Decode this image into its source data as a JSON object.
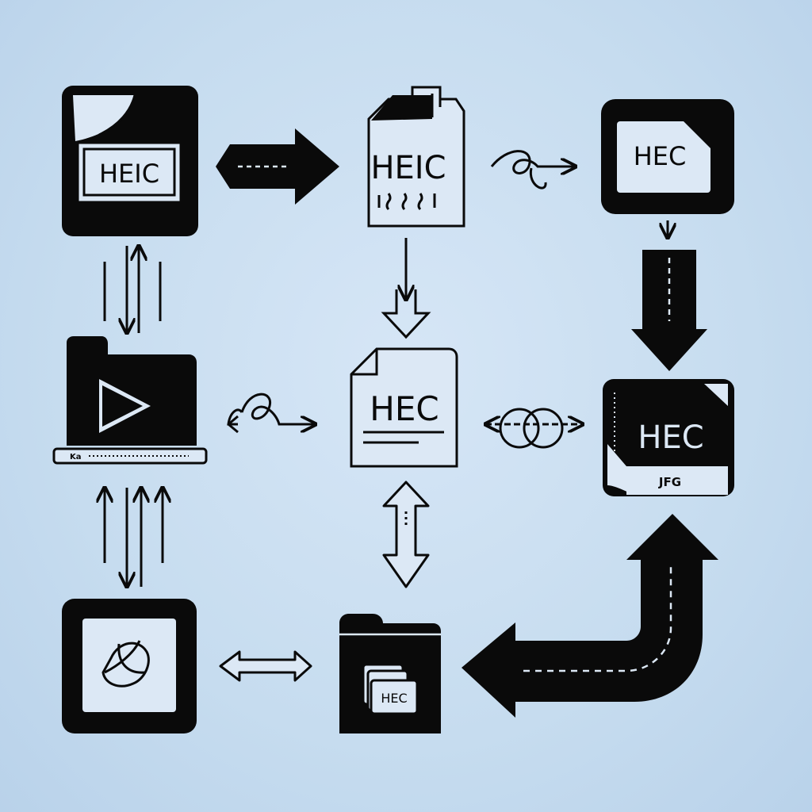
{
  "colors": {
    "background": "#c9ddf0",
    "ink": "#0a0a0a",
    "paper": "#dce8f5"
  },
  "nodes": {
    "heic_photo": {
      "label": "HEIC",
      "icon": "image-file-icon"
    },
    "heic_document": {
      "label": "HEIC",
      "icon": "document-file-icon"
    },
    "hec_card_top_right": {
      "label": "HEC",
      "icon": "image-card-icon"
    },
    "video_folder": {
      "label": "Ka",
      "icon": "video-folder-icon"
    },
    "hec_document_center": {
      "label": "HEC",
      "icon": "document-file-icon"
    },
    "hec_jpg_card": {
      "label": "HEC",
      "sublabel": "JFG",
      "icon": "file-card-icon"
    },
    "photos_app": {
      "icon": "photos-app-icon"
    },
    "hec_folder": {
      "label": "HEC",
      "icon": "folder-icon"
    }
  }
}
